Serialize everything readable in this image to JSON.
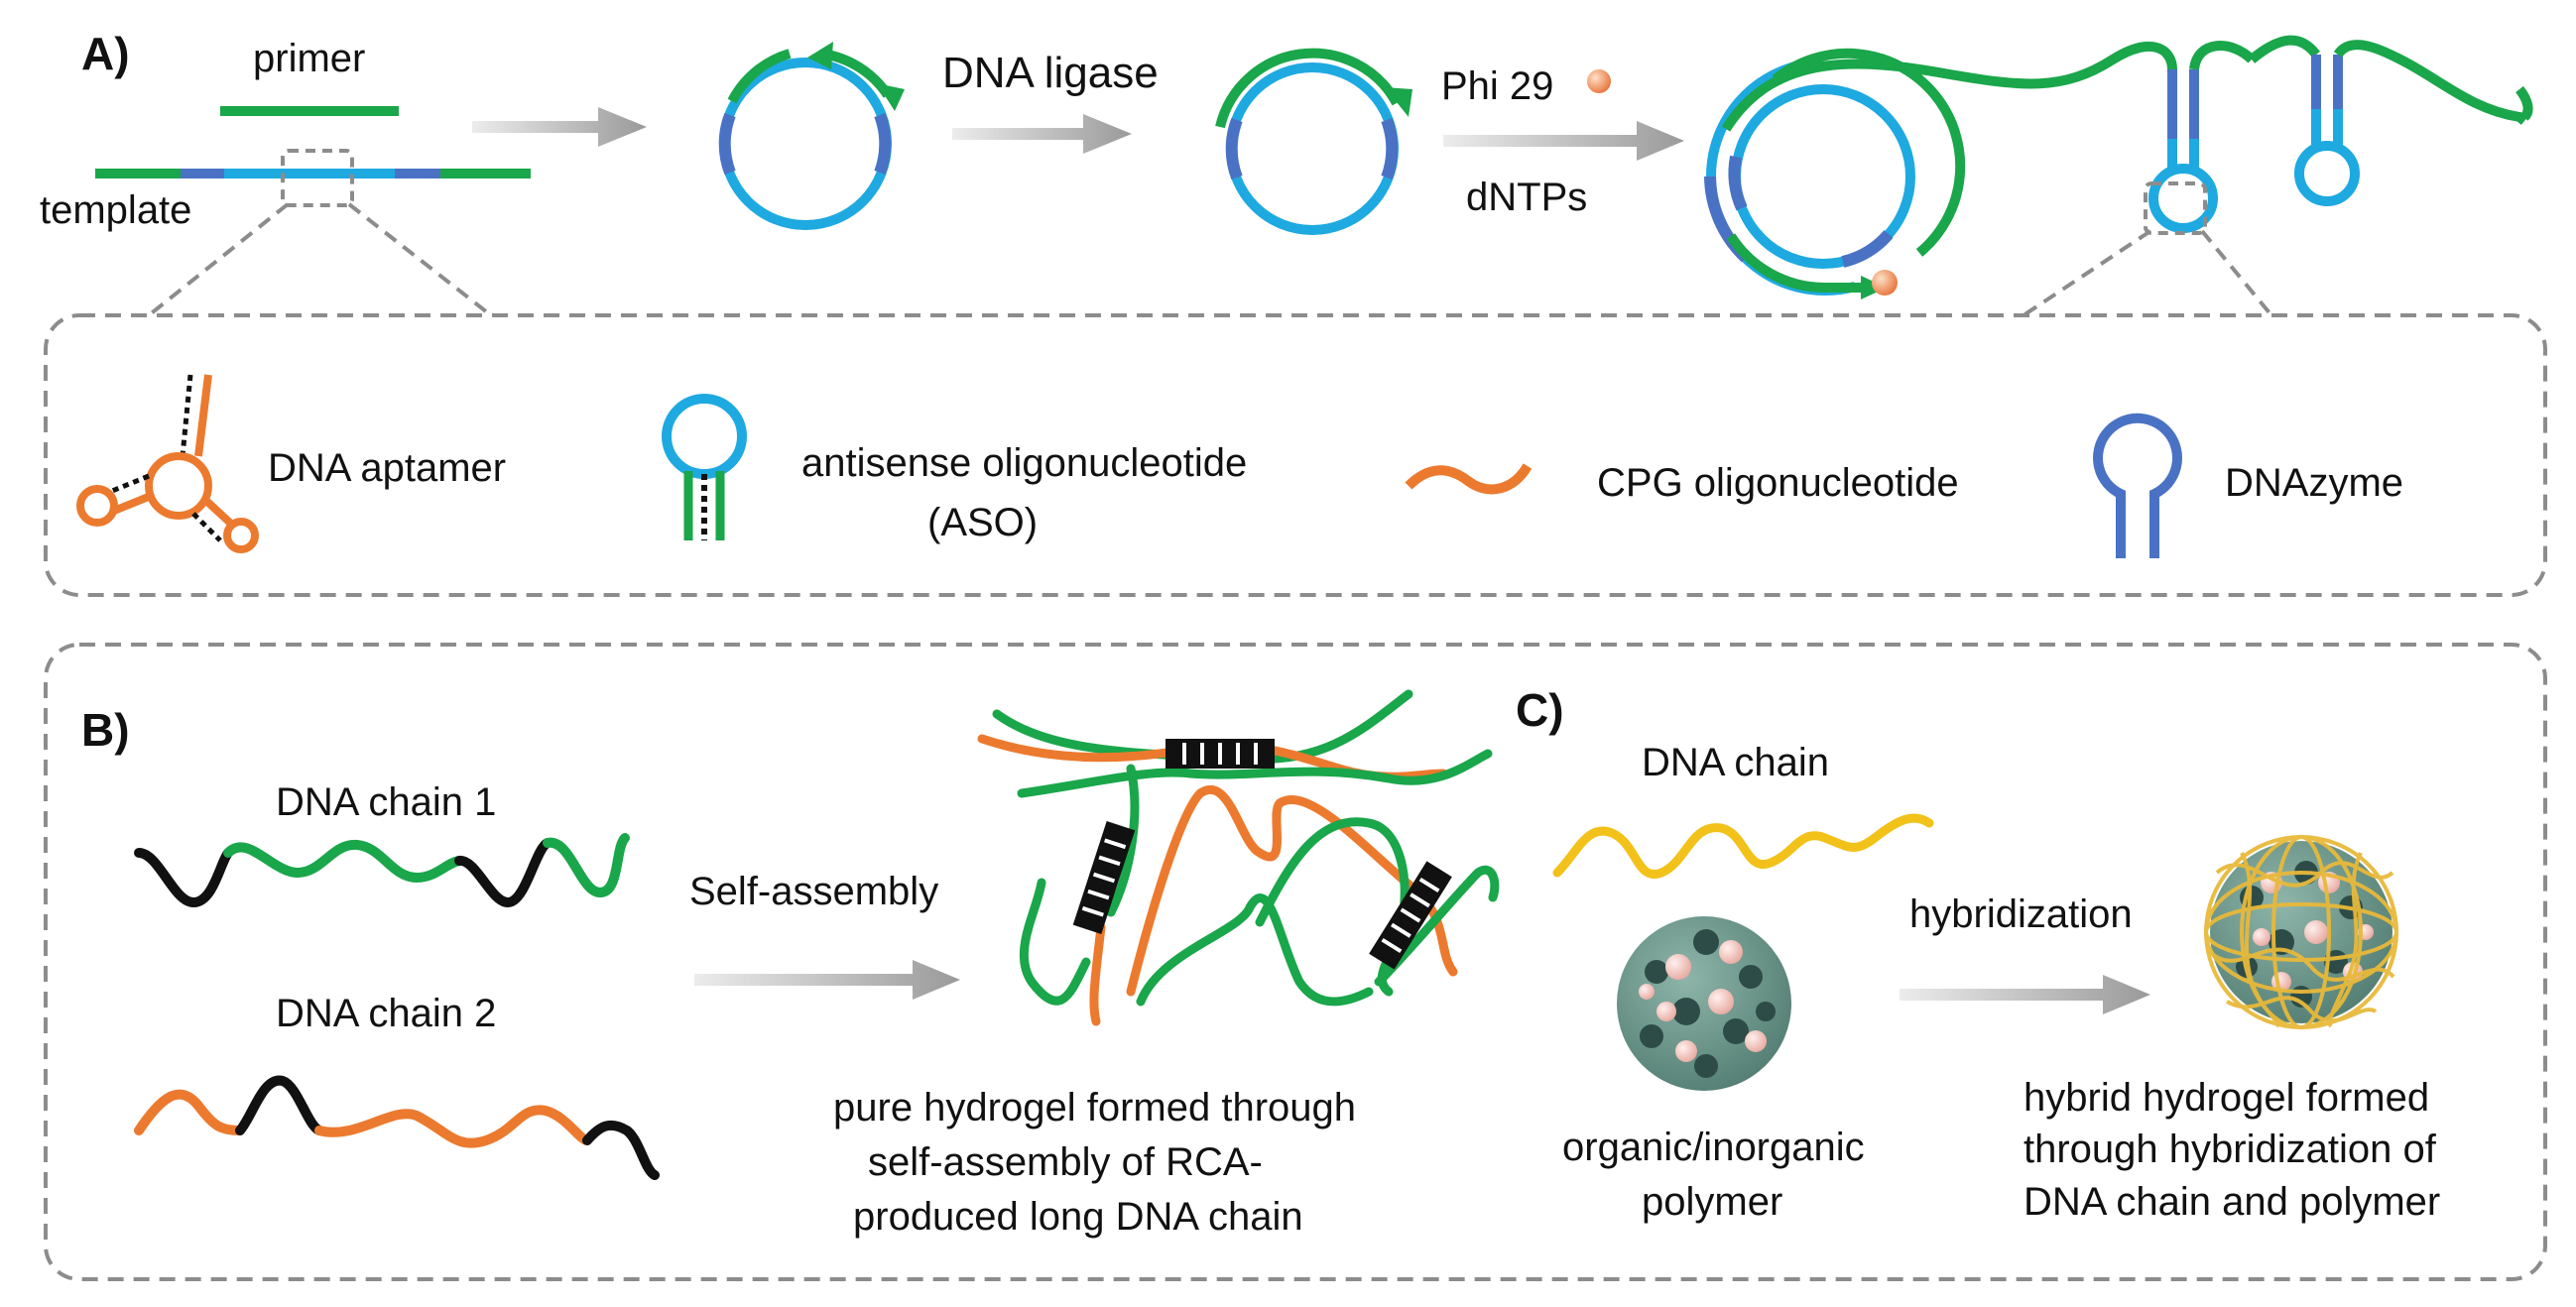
{
  "panels": {
    "a": "A)",
    "b": "B)",
    "c": "C)"
  },
  "rca": {
    "primer": "primer",
    "template": "template",
    "ligase": "DNA ligase",
    "phi29": "Phi 29",
    "dntps": "dNTPs"
  },
  "legend": {
    "aptamer": "DNA aptamer",
    "aso_line1": "antisense oligonucleotide",
    "aso_line2": "(ASO)",
    "cpg": "CPG oligonucleotide",
    "dnazyme": "DNAzyme"
  },
  "pure": {
    "chain1": "DNA chain 1",
    "chain2": "DNA chain 2",
    "process": "Self-assembly",
    "caption_l1": "pure hydrogel formed through",
    "caption_l2": "self-assembly of RCA-",
    "caption_l3": "produced long DNA chain"
  },
  "hybrid": {
    "chain": "DNA chain",
    "polymer_l1": "organic/inorganic",
    "polymer_l2": "polymer",
    "process": "hybridization",
    "caption_l1": "hybrid hydrogel formed",
    "caption_l2": "through hybridization of",
    "caption_l3": "DNA chain and polymer"
  },
  "colors": {
    "green": "#1aa64a",
    "cyan": "#1ea9e1",
    "blue": "#4a72c4",
    "orange": "#ec7a2e",
    "black": "#111111",
    "yellow": "#f2c21a",
    "arrow": "#a6a6a6",
    "dash": "#8c8c8c",
    "sphere": "#5e8c80"
  }
}
